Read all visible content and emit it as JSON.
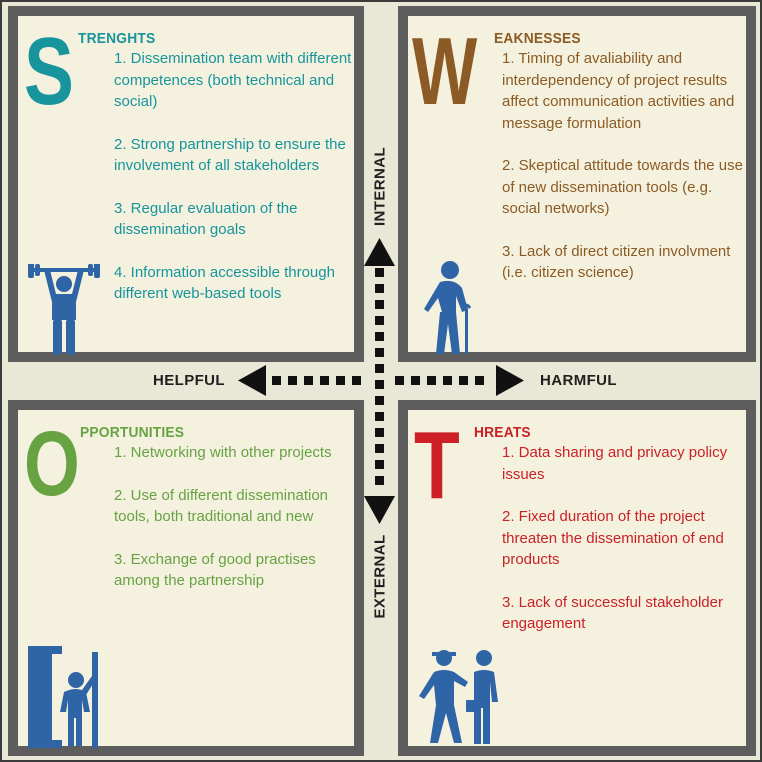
{
  "strengths": {
    "letter": "S",
    "heading": "TRENGHTS",
    "items": [
      "1. Dissemination team with different competences (both technical and social)",
      "2.  Strong partnership to ensure the involvement of all stakeholders",
      "3. Regular evaluation of the dissemination goals",
      "4. Information accessible through different web-based tools"
    ],
    "color": "#17949c"
  },
  "weaknesses": {
    "letter": "W",
    "heading": "EAKNESSES",
    "items": [
      "1. Timing of avaliability and interdependency of project results affect communication activities and message formulation",
      "2. Skeptical attitude towards the use of new dissemination tools (e.g. social networks)",
      "3. Lack of direct citizen involvment (i.e. citizen science)"
    ],
    "color": "#8c5a24"
  },
  "opportunities": {
    "letter": "O",
    "heading": "PPORTUNITIES",
    "items": [
      "1. Networking with other projects",
      "2. Use of different dissemination tools, both traditional and new",
      "3. Exchange of good practises among the partnership"
    ],
    "color": "#67a243"
  },
  "threats": {
    "letter": "T",
    "heading": "HREATS",
    "items": [
      "1. Data sharing and privacy policy issues",
      "2. Fixed duration of the project threaten the dissemination of end products",
      "3. Lack of successful stakeholder engagement"
    ],
    "color": "#cc1f26"
  },
  "axes": {
    "internal": "INTERNAL",
    "external": "EXTERNAL",
    "helpful": "HELPFUL",
    "harmful": "HARMFUL"
  },
  "icon_color": "#2f64a6",
  "icons": [
    "weightlifter-icon",
    "elderly-person-with-cane-icon",
    "person-at-open-door-icon",
    "two-people-icon"
  ]
}
